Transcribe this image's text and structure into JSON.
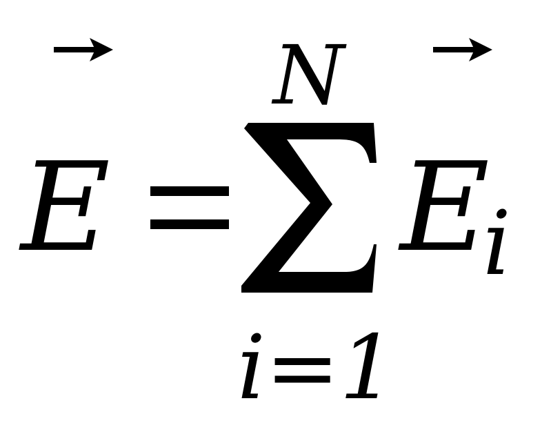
{
  "formula": {
    "lhs": {
      "symbol": "E",
      "arrow_icon": "vector-arrow-icon"
    },
    "equals": "=",
    "summation": {
      "symbol": "∑",
      "upper_limit": "N",
      "lower_limit": "i=1"
    },
    "rhs": {
      "symbol": "E",
      "subscript": "i",
      "arrow_icon": "vector-arrow-icon"
    }
  }
}
